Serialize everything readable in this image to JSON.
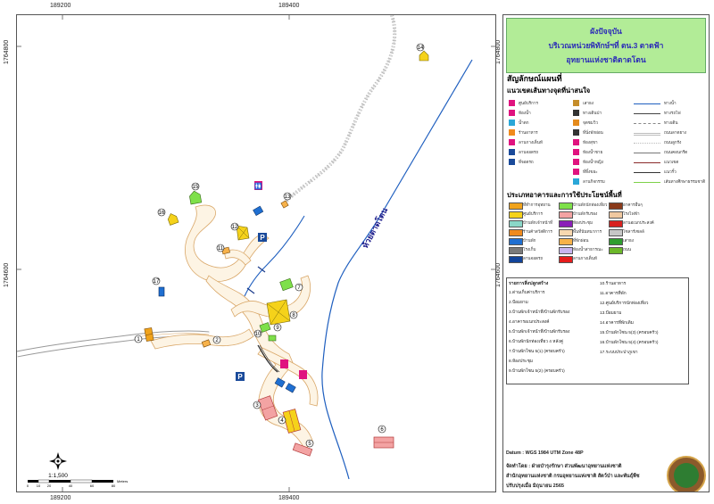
{
  "coords": {
    "top_x": [
      "189200",
      "189400"
    ],
    "bottom_x": [
      "189200",
      "189400"
    ],
    "left_y": [
      "1764800",
      "1764600"
    ],
    "right_y": [
      "1764800",
      "1764600"
    ]
  },
  "title": {
    "line1": "ผังปัจจุบัน",
    "line2": "บริเวณหน่วยพิทักษ์ฯที่ ตน.3 ตาดฟ้า",
    "line3": "อุทยานแห่งชาติตาดโตน"
  },
  "legend": {
    "heading": "สัญลักษณ์แผนที่",
    "sub1": "แนวเขตเส้นทางจุดที่น่าสนใจ",
    "col1": [
      {
        "label": "ศูนย์บริการ",
        "icon": "toilet-icon",
        "color": "#e0137f"
      },
      {
        "label": "ห้องน้ำ",
        "icon": "toilet-icon",
        "color": "#e0137f"
      },
      {
        "label": "น้ำตก",
        "icon": "shower-icon",
        "color": "#2aa7d8"
      },
      {
        "label": "ร้านอาหาร",
        "icon": "food-icon",
        "color": "#f08a1c"
      },
      {
        "label": "ลานกางเต็นท์",
        "icon": "tent-icon",
        "color": "#e0137f"
      },
      {
        "label": "ลานจอดรถ",
        "icon": "parking-icon",
        "color": "#1a4a9a"
      },
      {
        "label": "ที่จอดรถ",
        "icon": "parking-icon",
        "color": "#1a4a9a"
      }
    ],
    "col2": [
      {
        "label": "เสาธง",
        "icon": "flag-icon",
        "color": "#c58d2a"
      },
      {
        "label": "ทางเดินป่า",
        "icon": "trail-icon",
        "color": "#333333"
      },
      {
        "label": "จุดชมวิว",
        "icon": "viewpoint-icon",
        "color": "#e58b1c"
      },
      {
        "label": "ที่นั่งพักผ่อน",
        "icon": "bench-icon",
        "color": "#333333"
      },
      {
        "label": "ห้องสุขา",
        "icon": "wheelchair-icon",
        "color": "#e0137f"
      },
      {
        "label": "ห้องน้ำชาย",
        "icon": "toilet-icon",
        "color": "#e0137f"
      },
      {
        "label": "ห้องน้ำหญิง",
        "icon": "toilet-icon",
        "color": "#e0137f"
      },
      {
        "label": "ที่ทิ้งขยะ",
        "icon": "bin-icon",
        "color": "#e0137f"
      },
      {
        "label": "ลานกิจกรรม",
        "icon": "activity-icon",
        "color": "#2aa7d8"
      }
    ],
    "col3": [
      {
        "label": "ทางน้ำ",
        "line": "#1f5fbf",
        "style": "solid"
      },
      {
        "label": "ทางรถไฟ",
        "line": "#444444",
        "style": "rail"
      },
      {
        "label": "ทางเดิน",
        "line": "#888888",
        "style": "dashed"
      },
      {
        "label": "ถนนลาดยาง",
        "line": "#bbbbbb",
        "style": "double"
      },
      {
        "label": "ถนนลูกรัง",
        "line": "#bbbbbb",
        "style": "dotted"
      },
      {
        "label": "ถนนคอนกรีต",
        "line": "#777777",
        "style": "solid"
      },
      {
        "label": "แนวเขต",
        "line": "#8a2a2a",
        "style": "solid"
      },
      {
        "label": "แนวรั้ว",
        "line": "#333333",
        "style": "solid"
      },
      {
        "label": "เส้นทางศึกษาธรรมชาติ",
        "line": "#7ed24a",
        "style": "solid"
      }
    ],
    "sub2": "ประเภทอาคารและการใช้ประโยชน์พื้นที่",
    "zones": [
      {
        "label": "ที่ทำการอุทยาน",
        "color": "#f0a31c"
      },
      {
        "label": "ศูนย์บริการ",
        "color": "#f5d21a"
      },
      {
        "label": "บ้านพักเจ้าหน้าที่",
        "color": "#8ad7c8"
      },
      {
        "label": "ร้านค้าสวัสดิการ",
        "color": "#f08a1c"
      },
      {
        "label": "บ้านพัก",
        "color": "#1f6fd1"
      },
      {
        "label": "โรงเก็บ",
        "color": "#7a7a7a"
      },
      {
        "label": "ลานจอดรถ",
        "color": "#12449a"
      },
      {
        "label": "บ้านพักนักท่องเที่ยว",
        "color": "#7ee04a"
      },
      {
        "label": "บ้านพักรับรอง",
        "color": "#f3a3a3"
      },
      {
        "label": "ห้องประชุม",
        "color": "#8a1fb8"
      },
      {
        "label": "พื้นที่นันทนาการ",
        "color": "#f8d8b0"
      },
      {
        "label": "ที่พักผ่อน",
        "color": "#f7b24a"
      },
      {
        "label": "ห้องน้ำสาธารณะ",
        "color": "#c8b5f0"
      },
      {
        "label": "ลานกางเต็นท์",
        "color": "#e61c1c"
      },
      {
        "label": "อาคารอื่นๆ",
        "color": "#8a3a1a"
      },
      {
        "label": "โรงไฟฟ้า",
        "color": "#f0c8a0"
      },
      {
        "label": "ลานอเนกประสงค์",
        "color": "#d8221f"
      },
      {
        "label": "โซลาร์เซลล์",
        "color": "#c7c7c7"
      },
      {
        "label": "เสาธง",
        "color": "#2f9e2f"
      },
      {
        "label": "ถนน",
        "color": "#6cb82a"
      }
    ],
    "table_title": "รายการสิ่งปลูกสร้าง",
    "table_left": [
      "1.ด่านเก็บค่าบริการ",
      "2.ป้อมยาม",
      "3.บ้านพักเจ้าหน้าที่/บ้านพักรับรอง",
      "4.อาคารอเนกประสงค์",
      "5.บ้านพักเจ้าหน้าที่/บ้านพักรับรอง",
      "6.บ้านพักนักท่องเที่ยว 4 หลังคู่",
      "7.บ้านพักโซน 5(1) (ครอบครัว)",
      "8.ห้องประชุม",
      "9.บ้านพักโซน 5(2) (ครอบครัว)"
    ],
    "table_right": [
      "10.ร้านอาหาร",
      "11.อาคารที่พัก",
      "12.ศูนย์บริการนักท่องเที่ยว",
      "13.ป้อมยาม",
      "14.อาคารที่พักเดิม",
      "15.บ้านพักโซน 5(3) (ครอบครัว)",
      "16.บ้านพักโซน 5(4) (ครอบครัว)",
      "17.ระบบประปาภูเขา"
    ],
    "datum": "Datum : WGS 1984 UTM Zone 48P",
    "made_by": "จัดทำโดย : ฝ่ายบำรุงรักษา ส่วนพัฒนาอุทยานแห่งชาติ",
    "dept": "สำนักอุทยานแห่งชาติ กรมอุทยานแห่งชาติ สัตว์ป่า และพันธุ์พืช",
    "updated": "ปรับปรุงเมื่อ มิถุนายน 2565"
  },
  "map": {
    "road_label": "ห้วยตาดโตน",
    "scale_text": "1:1,500",
    "scale_ticks": [
      "0",
      "10",
      "20",
      "40",
      "60",
      "80"
    ],
    "scale_unit": "Meters",
    "building_numbers": [
      "1",
      "2",
      "3",
      "4",
      "5",
      "6",
      "7",
      "8",
      "9",
      "10",
      "11",
      "12",
      "13",
      "14",
      "15",
      "16",
      "17"
    ]
  },
  "colors": {
    "title_bg": "#b2ec97",
    "stream": "#1f5fbf",
    "road_fill": "#fdf4e4",
    "road_edge": "#d9a768"
  }
}
